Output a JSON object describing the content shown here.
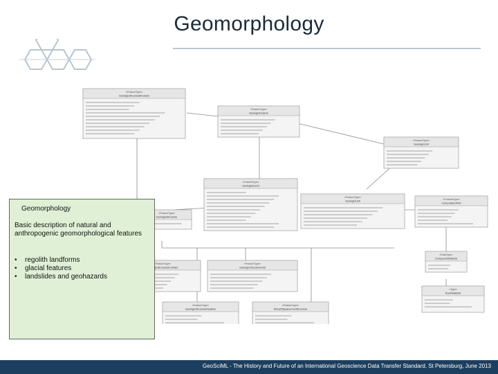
{
  "title": "Geomorphology",
  "note": {
    "title": "Geomorphology",
    "description": "Basic description of natural and anthropogenic geomorphological features",
    "bullets": [
      "regolith landforms",
      "glacial features",
      "landslides and geohazards"
    ]
  },
  "diagram": {
    "classes": [
      {
        "stereotype": "«FeatureType»",
        "name": "GeologicStructuralFeature"
      },
      {
        "stereotype": "«FeatureType»",
        "name": "GeologicFeature"
      },
      {
        "stereotype": "«FeatureType»",
        "name": "GeologicUnit"
      },
      {
        "stereotype": "«FeatureType»",
        "name": "GeologicStructure"
      },
      {
        "stereotype": "«FeatureType»",
        "name": "GeologicEvent"
      },
      {
        "stereotype": "«FeatureType»",
        "name": "GeologicUnit"
      },
      {
        "stereotype": "«FeatureType»",
        "name": "CompositionPart"
      },
      {
        "stereotype": "«FeatureType»",
        "name": "GeologicStructuralContact"
      },
      {
        "stereotype": "«FeatureType»",
        "name": "GeologicStructureFold"
      },
      {
        "stereotype": "«DataType»",
        "name": "CompoundMaterial"
      },
      {
        "stereotype": "«FeatureType»",
        "name": "GeologicStructureRelation"
      },
      {
        "stereotype": "«FeatureType»",
        "name": "ShearDisplacementStructure"
      },
      {
        "stereotype": "«Type»",
        "name": "RockMaterial"
      }
    ]
  },
  "footer": "GeoSciML - The History and Future of an International Geoscience Data Transfer Standard. St Petersburg, June 2013"
}
